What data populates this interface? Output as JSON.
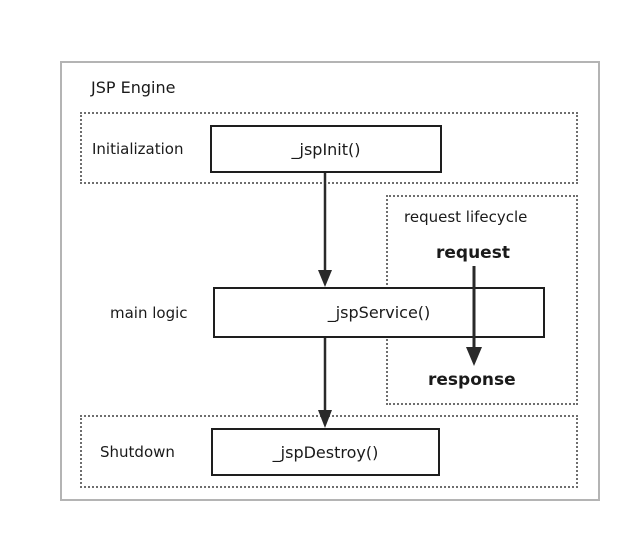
{
  "diagram": {
    "title": "JSP Engine",
    "initialization": {
      "label": "Initialization",
      "method": "_jspInit()"
    },
    "main": {
      "label": "main logic",
      "method": "_jspService()"
    },
    "shutdown": {
      "label": "Shutdown",
      "method": "_jspDestroy()"
    },
    "lifecycle": {
      "label": "request lifecycle",
      "request": "request",
      "response": "response"
    },
    "colors": {
      "frame": "#b4b4b4",
      "dotted": "#6e6e6e",
      "box_border": "#1e1e1e",
      "arrow": "#2a2a2a"
    }
  }
}
